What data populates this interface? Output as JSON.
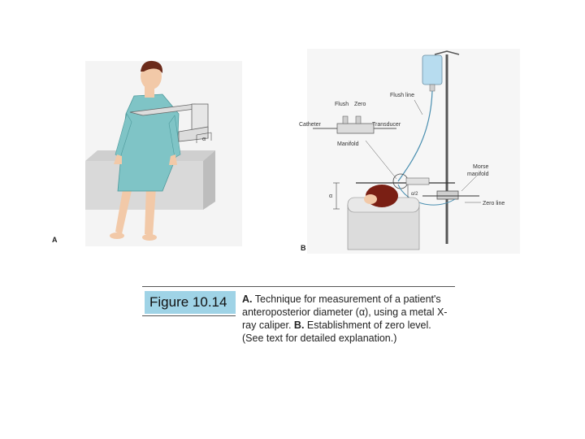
{
  "panel_a": {
    "letter": "A",
    "alpha_label": "α"
  },
  "panel_b": {
    "letter": "B",
    "labels": {
      "flush": "Flush",
      "zero": "Zero",
      "flush_line": "Flush line",
      "catheter": "Catheter",
      "transducer": "Transducer",
      "manifold": "Manifold",
      "morse_manifold_1": "Morse",
      "morse_manifold_2": "manifold",
      "zero_line": "Zero line",
      "alpha": "α",
      "alpha_half": "α/2"
    }
  },
  "caption": {
    "figure_label": "Figure 10.14",
    "part_a_letter": "A.",
    "part_a_text": " Technique for measurement of a patient's anteroposterior diameter (α), using a metal X-ray caliper. ",
    "part_b_letter": "B.",
    "part_b_text": " Establishment of zero level. (See text for detailed explanation.)"
  },
  "colors": {
    "gown": "#7fc4c6",
    "skin": "#f2c9a8",
    "hair": "#6b2a1a",
    "table": "#d8d8d8",
    "caption_band": "#9fd3e6"
  }
}
